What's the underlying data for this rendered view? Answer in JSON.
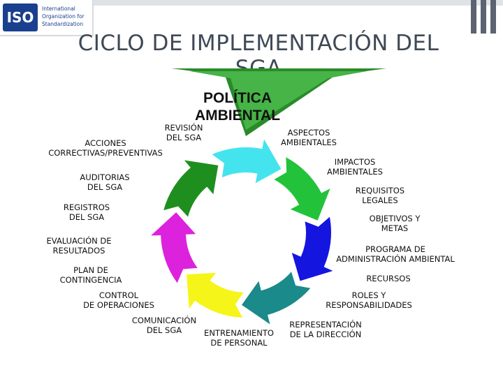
{
  "logo": {
    "mark": "ISO",
    "text": "International Organization for Standardization"
  },
  "title": "CICLO DE IMPLEMENTACIÓN DEL SGA",
  "center": "POLÍTICA AMBIENTAL",
  "labels": {
    "revision": "REVISIÓN\nDEL SGA",
    "aspectos": "ASPECTOS\nAMBIENTALES",
    "acciones": "ACCIONES\nCORRECTIVAS/PREVENTIVAS",
    "impactos": "IMPACTOS\nAMBIENTALES",
    "auditorias": "AUDITORIAS\nDEL SGA",
    "requisitos": "REQUISITOS\nLEGALES",
    "registros": "REGISTROS\nDEL SGA",
    "objetivos": "OBJETIVOS Y\nMETAS",
    "evaluacion": "EVALUACIÓN DE\nRESULTADOS",
    "programa": "PROGRAMA DE\nADMINISTRACIÓN AMBIENTAL",
    "plan": "PLAN DE\nCONTINGENCIA",
    "recursos": "RECURSOS",
    "control": "CONTROL\nDE OPERACIONES",
    "roles": "ROLES Y\nRESPONSABILIDADES",
    "comunicacion": "COMUNICACIÓN\nDEL SGA",
    "entrenamiento": "ENTRENAMIENTO\nDE PERSONAL",
    "representacion": "REPRESENTACIÓN\nDE LA DIRECCIÓN"
  },
  "colors": {
    "green": "#22c33a",
    "blue": "#1515e0",
    "teal": "#1a8a8a",
    "yellow": "#f5f51a",
    "magenta": "#dd22dd",
    "dark-green": "#1e8f1e",
    "cyan": "#44e4ee",
    "policy-chevron": "#2a8a2a"
  }
}
